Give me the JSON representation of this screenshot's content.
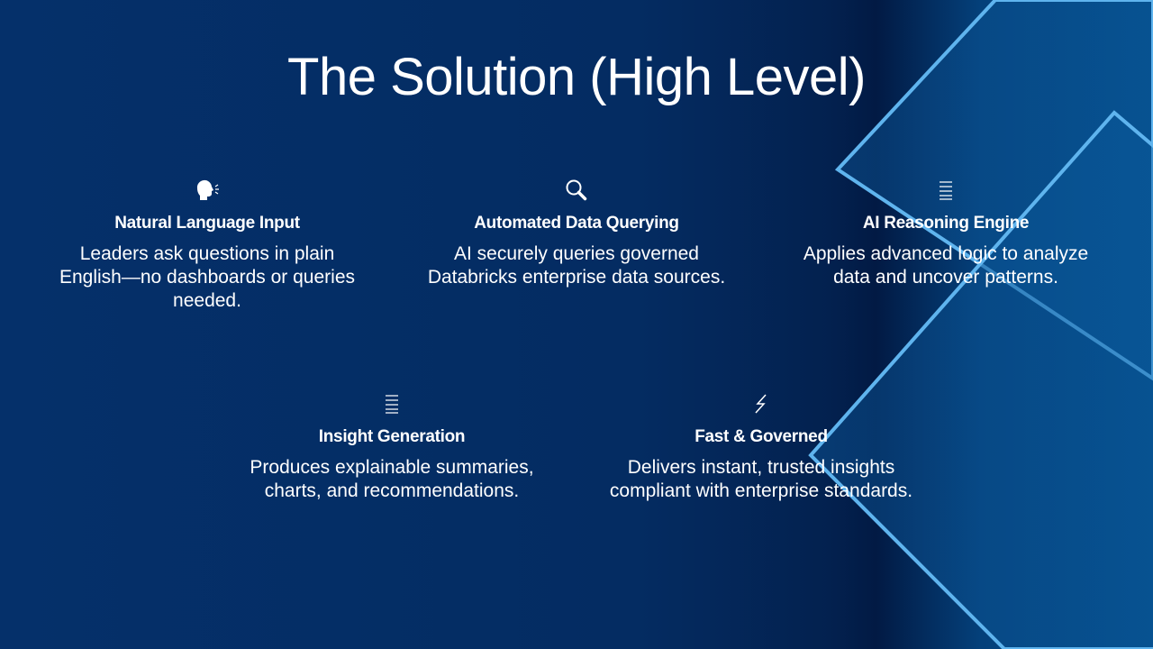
{
  "slide": {
    "title": "The Solution (High Level)"
  },
  "cards": [
    {
      "icon": "speaking-head-icon",
      "heading": "Natural Language Input",
      "text": "Leaders ask questions in plain English—no dashboards or queries needed."
    },
    {
      "icon": "magnifier-icon",
      "heading": "Automated Data Querying",
      "text": "AI securely queries governed Databricks enterprise data sources."
    },
    {
      "icon": "list-lines-icon",
      "heading": "AI Reasoning Engine",
      "text": "Applies advanced logic to analyze data and uncover patterns."
    },
    {
      "icon": "list-lines-icon",
      "heading": "Insight Generation",
      "text": "Produces explainable summaries, charts, and recommendations."
    },
    {
      "icon": "lightning-icon",
      "heading": "Fast & Governed",
      "text": "Delivers instant, trusted insights compliant with enterprise standards."
    }
  ],
  "colors": {
    "accent_line": "#5fb4ee",
    "bg_dark": "#042c62"
  }
}
